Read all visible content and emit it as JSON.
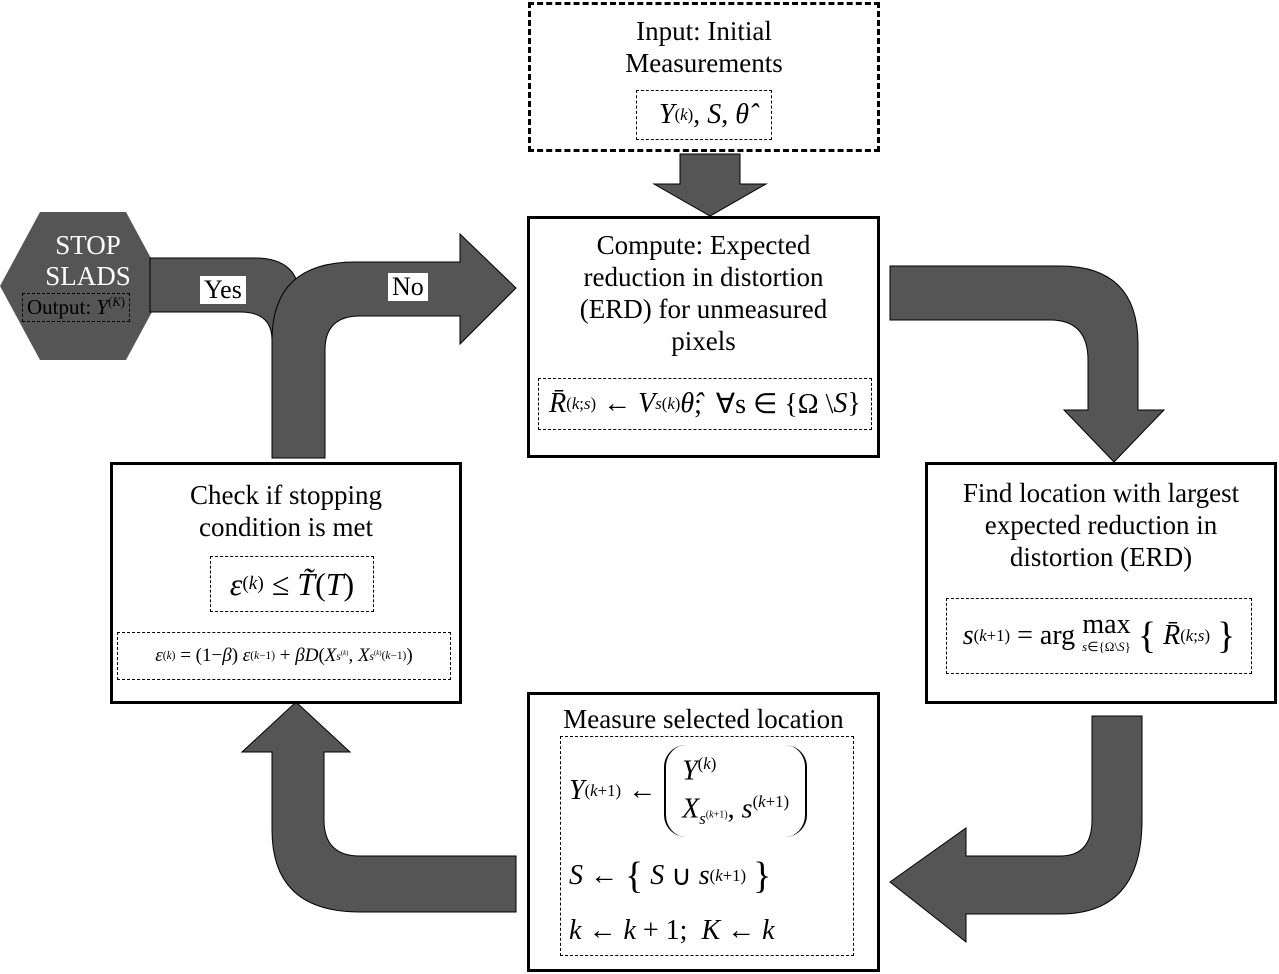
{
  "colors": {
    "arrow_fill": "#555555",
    "box_border": "#000000",
    "background": "#ffffff"
  },
  "input": {
    "title": "Input: Initial Measurements",
    "eq": "Y^(k), S, θ̂"
  },
  "compute": {
    "title": "Compute: Expected reduction in distortion (ERD) for unmeasured pixels",
    "eq": "R̄^(k;s) ← V_s^(k) θ̂; ∀s ∈ {Ω \\ S}"
  },
  "find": {
    "title": "Find location with largest expected reduction in distortion (ERD)",
    "eq": "s^(k+1) = arg max_{s∈{Ω\\S}} {R̄^(k;s)}"
  },
  "measure": {
    "title": "Measure selected location",
    "eq_line1": "Y^(k+1) ← ( Y^(k) ; X_{s^(k+1)}, s^(k+1) )",
    "eq_line2": "S ← {S ∪ s^(k+1)}",
    "eq_line3": "k ← k + 1; K ← k"
  },
  "check": {
    "title": "Check if stopping condition is met",
    "eq_main": "ε^(k) ≤ T̃(T)",
    "eq_update": "ε^(k) = (1−β) ε^(k−1) + β D(X_{s^(k)}, X_{s^(k)}^(k−1))"
  },
  "stop": {
    "title": "STOP SLADS",
    "output": "Output: Y^(K)"
  },
  "labels": {
    "yes": "Yes",
    "no": "No"
  }
}
